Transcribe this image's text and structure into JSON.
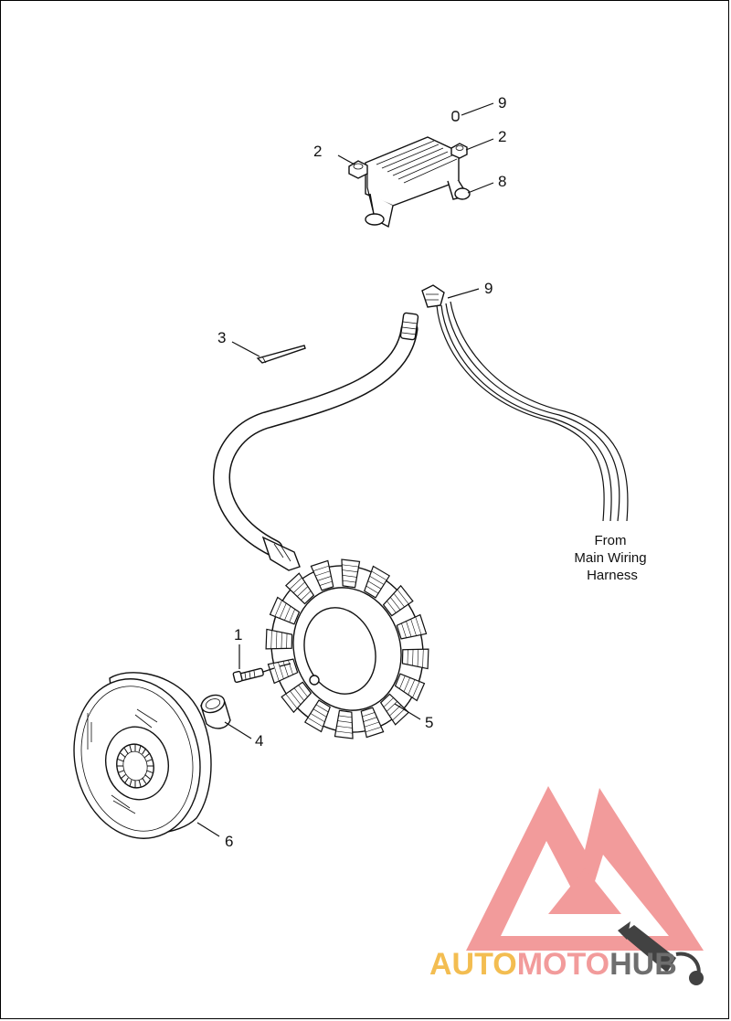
{
  "callouts": [
    {
      "id": "c9a",
      "label": "9"
    },
    {
      "id": "c2a",
      "label": "2"
    },
    {
      "id": "c2b",
      "label": "2"
    },
    {
      "id": "c8",
      "label": "8"
    },
    {
      "id": "c9b",
      "label": "9"
    },
    {
      "id": "c3",
      "label": "3"
    },
    {
      "id": "c1",
      "label": "1"
    },
    {
      "id": "c4",
      "label": "4"
    },
    {
      "id": "c5",
      "label": "5"
    },
    {
      "id": "c6",
      "label": "6"
    }
  ],
  "note": {
    "line1": "From",
    "line2": "Main Wiring",
    "line3": "Harness"
  },
  "watermark": {
    "part1": "AUTO",
    "part2": "MOTO",
    "part3": "HUB",
    "colors": {
      "red": "#e24a4a",
      "orange": "#f2b233",
      "dark": "#333333"
    }
  }
}
